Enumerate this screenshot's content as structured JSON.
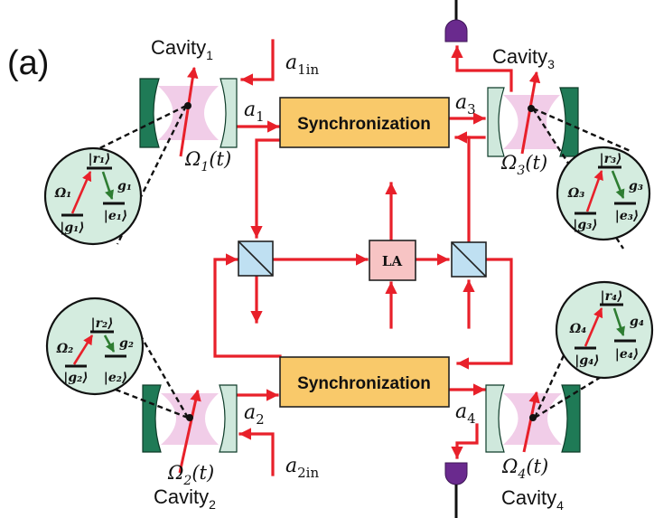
{
  "panel_label": "(a)",
  "sync_top_label": "Synchronization",
  "sync_bottom_label": "Synchronization",
  "la_label": "LA",
  "cavities": {
    "c1": {
      "name": "Cavity",
      "sub": "1"
    },
    "c2": {
      "name": "Cavity",
      "sub": "2"
    },
    "c3": {
      "name": "Cavity",
      "sub": "3"
    },
    "c4": {
      "name": "Cavity",
      "sub": "4"
    }
  },
  "fields": {
    "a1in": {
      "main": "a",
      "sub": "1in"
    },
    "a2in": {
      "main": "a",
      "sub": "2in"
    },
    "a1": {
      "main": "a",
      "sub": "1"
    },
    "a2": {
      "main": "a",
      "sub": "2"
    },
    "a3": {
      "main": "a",
      "sub": "3"
    },
    "a4": {
      "main": "a",
      "sub": "4"
    }
  },
  "drives": {
    "o1": {
      "main": "Ω",
      "sub": "1",
      "arg": "(t)"
    },
    "o2": {
      "main": "Ω",
      "sub": "2",
      "arg": "(t)"
    },
    "o3": {
      "main": "Ω",
      "sub": "3",
      "arg": "(t)"
    },
    "o4": {
      "main": "Ω",
      "sub": "4",
      "arg": "(t)"
    }
  },
  "atoms": {
    "atom1": {
      "r": "|r₁⟩",
      "g": "|g₁⟩",
      "e": "|e₁⟩",
      "omega": "Ω₁",
      "coupling": "g₁"
    },
    "atom2": {
      "r": "|r₂⟩",
      "g": "|g₂⟩",
      "e": "|e₂⟩",
      "omega": "Ω₂",
      "coupling": "g₂"
    },
    "atom3": {
      "r": "|r₃⟩",
      "g": "|g₃⟩",
      "e": "|e₃⟩",
      "omega": "Ω₃",
      "coupling": "g₃"
    },
    "atom4": {
      "r": "|r₄⟩",
      "g": "|g₄⟩",
      "e": "|e₄⟩",
      "omega": "Ω₄",
      "coupling": "g₄"
    }
  },
  "colors": {
    "beam": "#e8202a",
    "sync_fill": "#f9c96a",
    "la_fill": "#f7c4c4",
    "bs_fill": "#bfe0f2",
    "mirror_dark": "#1f7a56",
    "mirror_light": "#cfe8dc",
    "cavity_mode": "#f0c8e6",
    "atom_bubble": "#d4ecdf",
    "detector": "#6a2a8e",
    "coupling_arrow": "#2e7d32"
  }
}
